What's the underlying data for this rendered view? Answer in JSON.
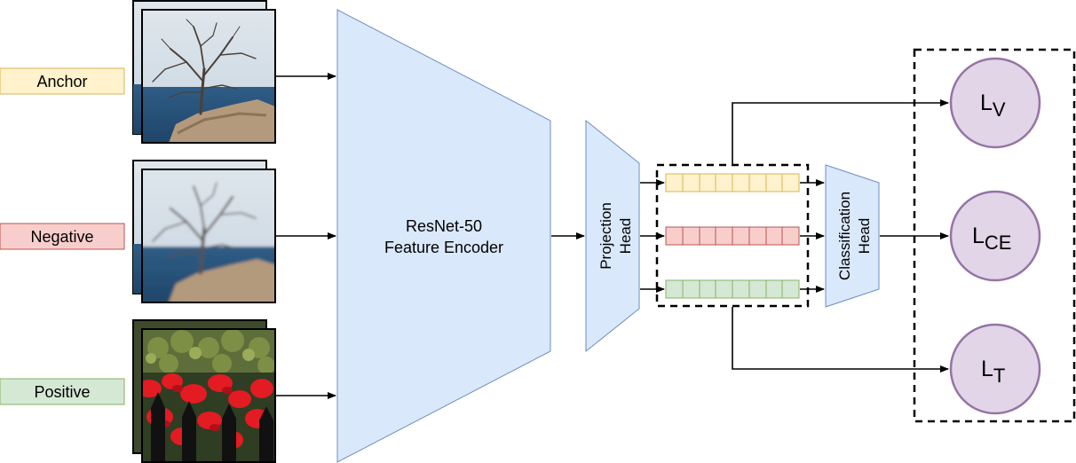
{
  "inputs": {
    "anchor_label": "Anchor",
    "negative_label": "Negative",
    "positive_label": "Positive"
  },
  "encoder": {
    "line1": "ResNet-50",
    "line2": "Feature Encoder"
  },
  "projection_head": {
    "line1": "Projection",
    "line2": "Head"
  },
  "classification_head": {
    "line1": "Classification",
    "line2": "Head"
  },
  "losses": {
    "lv": {
      "main": "L",
      "sub": "V"
    },
    "lce": {
      "main": "L",
      "sub": "CE"
    },
    "lt": {
      "main": "L",
      "sub": "T"
    }
  },
  "colors": {
    "anchor_fill": "#fff2cc",
    "anchor_stroke": "#d6b656",
    "negative_fill": "#f8cecc",
    "negative_stroke": "#b85450",
    "positive_fill": "#d5e8d4",
    "positive_stroke": "#82b366",
    "block_fill": "#dae8fc",
    "block_stroke": "#6c8ebf",
    "loss_fill": "#e1d5e7",
    "loss_stroke": "#9673a6"
  }
}
